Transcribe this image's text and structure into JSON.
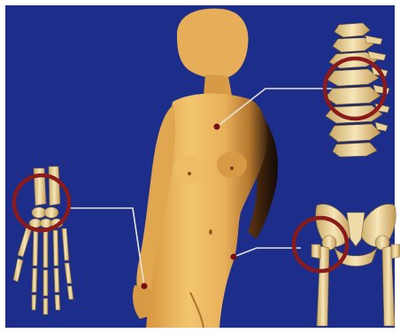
{
  "scene": {
    "background_color": "#1c2e8a",
    "figure_color": "#e8b25c",
    "bone_color": "#f0dca8",
    "ring_color": "#8b1a1a",
    "leader_color": "#e8e4d8",
    "callouts": [
      {
        "name": "spine-callout",
        "subject": "spine"
      },
      {
        "name": "wrist-callout",
        "subject": "wrist-hand"
      },
      {
        "name": "hip-callout",
        "subject": "hip-pelvis"
      }
    ]
  }
}
